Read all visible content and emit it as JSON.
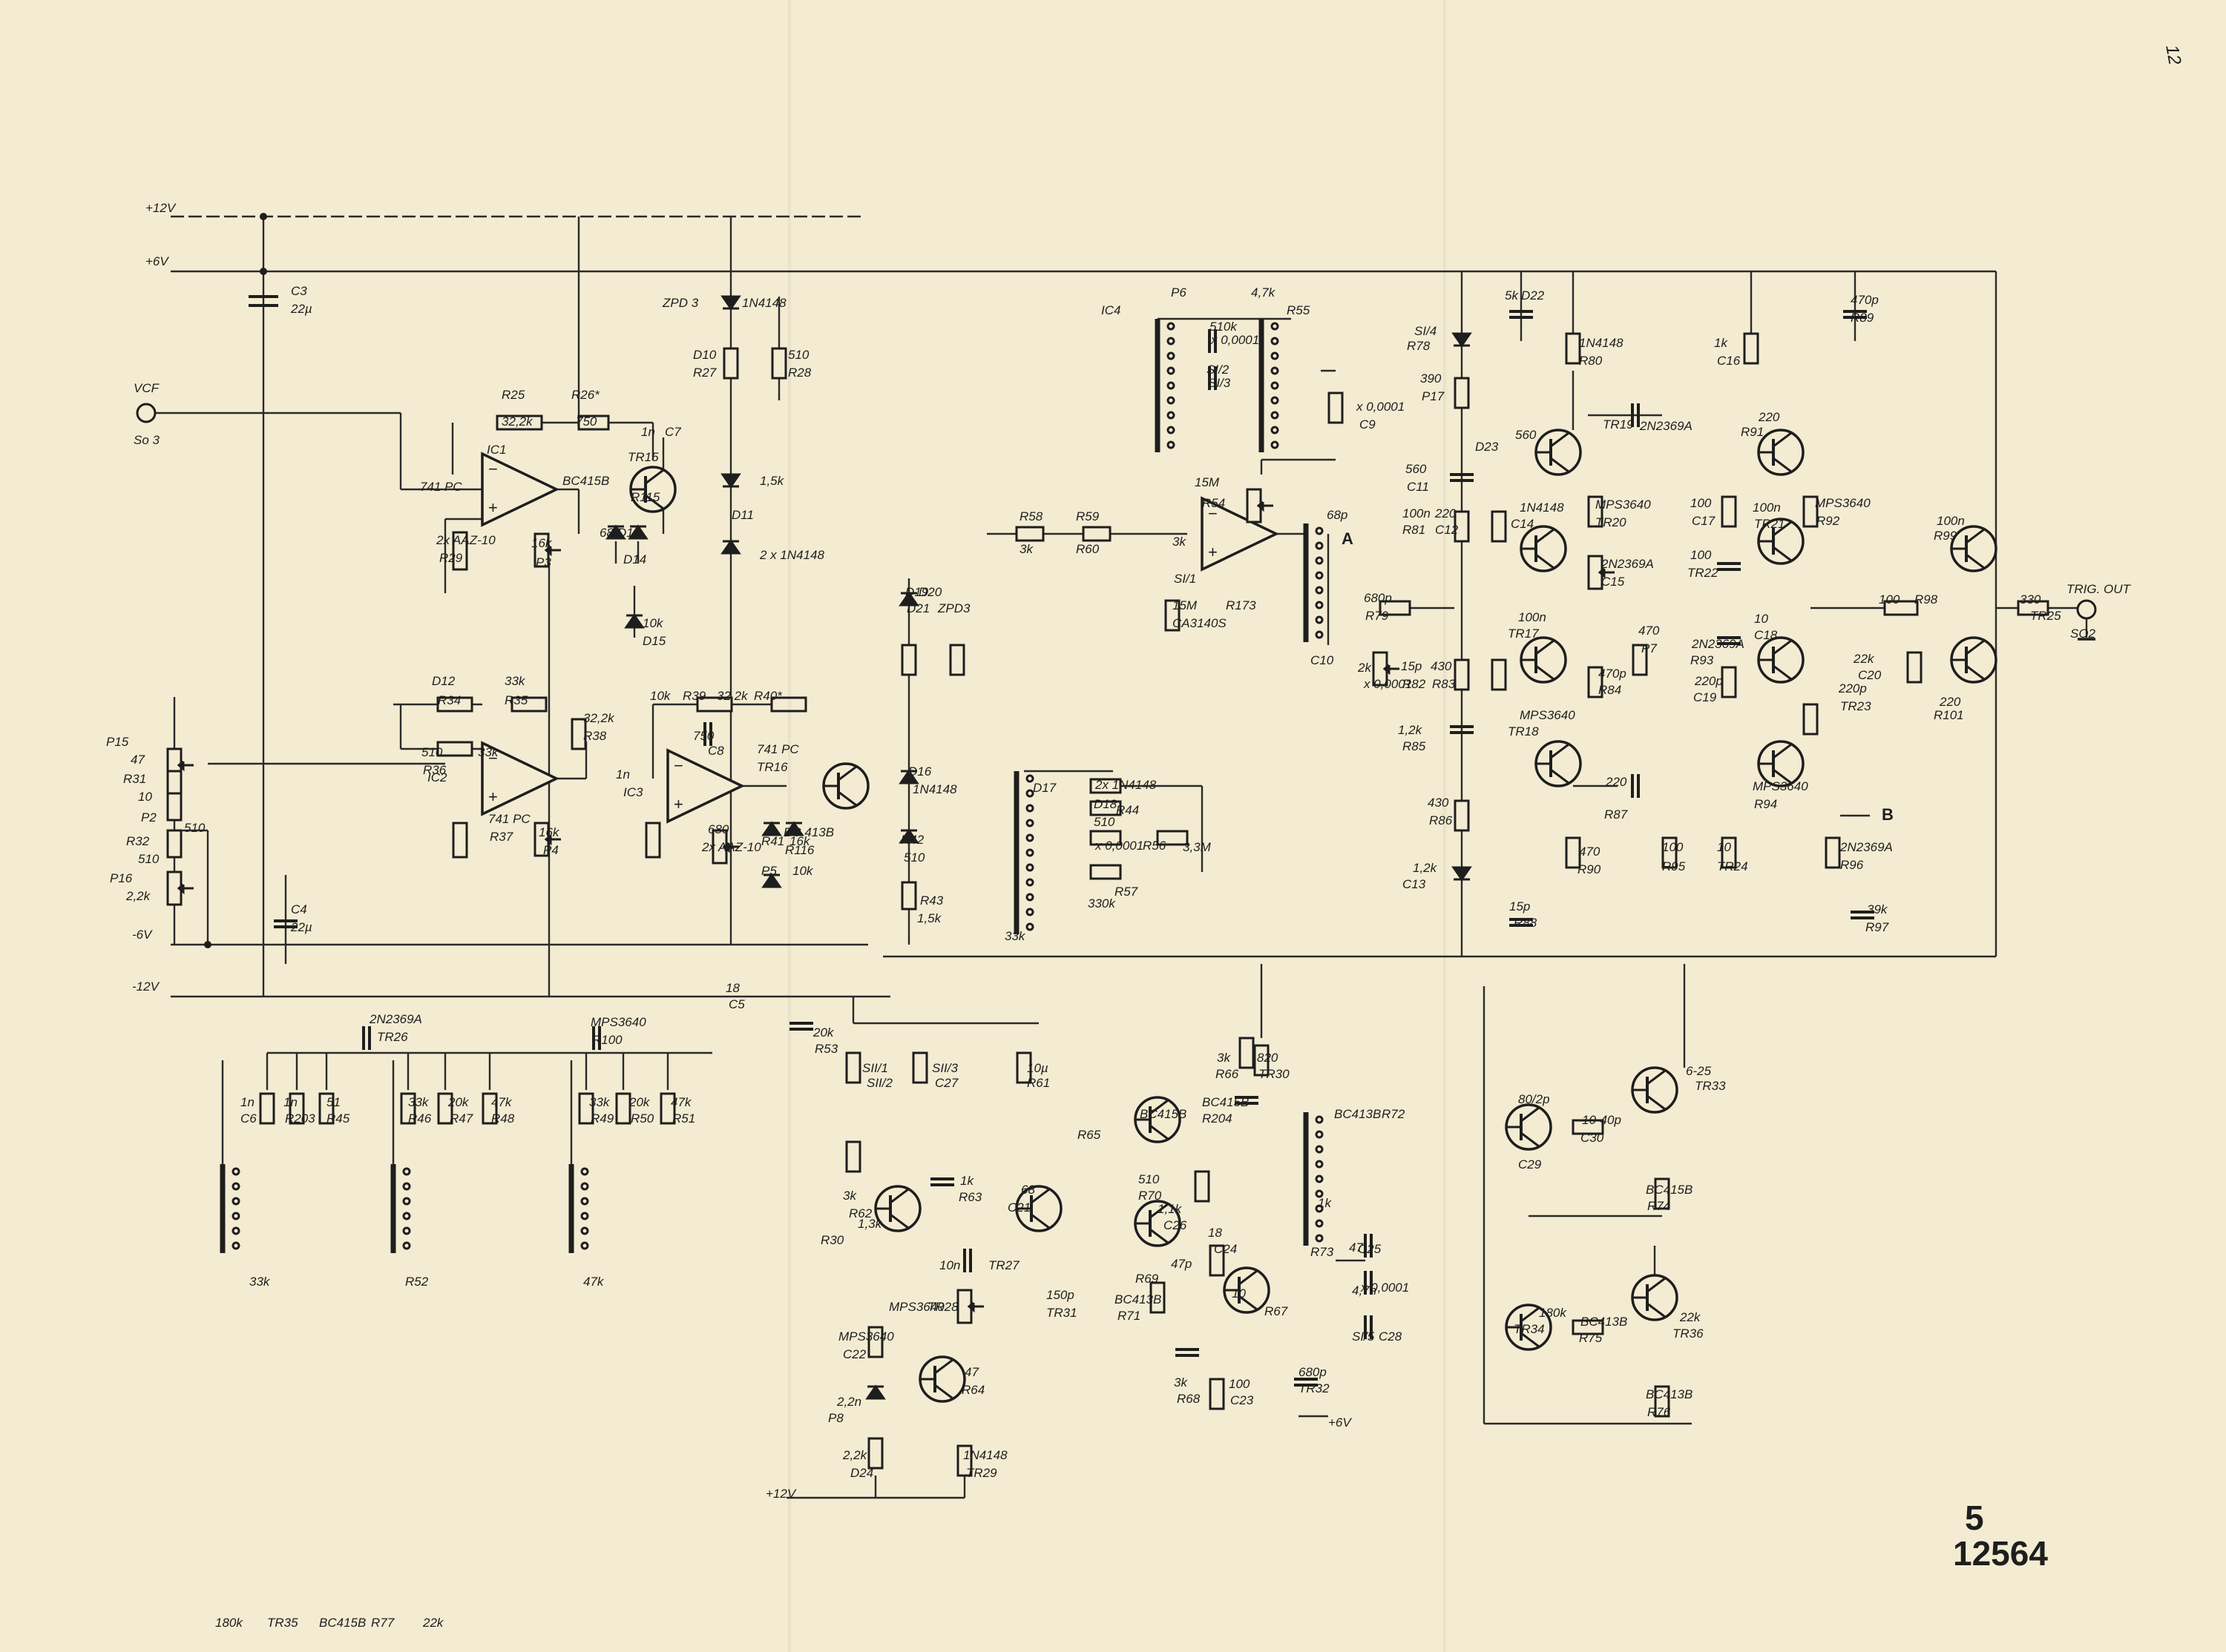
{
  "rails": {
    "p12": "+12V",
    "p6": "+6V",
    "m6": "-6V",
    "m12": "-12V",
    "p6_bottom": "+6V",
    "p12_bottom": "+12V"
  },
  "connectors": {
    "vcf": "VCF",
    "vcf_ref": "So 3",
    "trig_out": "TRIG. OUT",
    "trig_ref": "SO2",
    "node_a": "A",
    "node_b": "B"
  },
  "labels": [
    {
      "t": "C3"
    },
    {
      "t": "22µ"
    },
    {
      "t": "C4"
    },
    {
      "t": "22µ"
    },
    {
      "t": "P15"
    },
    {
      "t": "47"
    },
    {
      "t": "R31"
    },
    {
      "t": "10"
    },
    {
      "t": "P2"
    },
    {
      "t": "510"
    },
    {
      "t": "R32"
    },
    {
      "t": "510"
    },
    {
      "t": "P16"
    },
    {
      "t": "2,2k"
    },
    {
      "t": "R25"
    },
    {
      "t": "32,2k"
    },
    {
      "t": "R26*"
    },
    {
      "t": "750"
    },
    {
      "t": "C7"
    },
    {
      "t": "1n"
    },
    {
      "t": "IC1"
    },
    {
      "t": "741 PC"
    },
    {
      "t": "TR15"
    },
    {
      "t": "BC415B"
    },
    {
      "t": "R115"
    },
    {
      "t": "680"
    },
    {
      "t": "D13"
    },
    {
      "t": "D14"
    },
    {
      "t": "2x AAZ-10"
    },
    {
      "t": "R29"
    },
    {
      "t": "16k"
    },
    {
      "t": "P3"
    },
    {
      "t": "10k"
    },
    {
      "t": "D15"
    },
    {
      "t": "ZPD 3"
    },
    {
      "t": "1N4148"
    },
    {
      "t": "D10"
    },
    {
      "t": "R27"
    },
    {
      "t": "510"
    },
    {
      "t": "R28"
    },
    {
      "t": "1,5k"
    },
    {
      "t": "D11"
    },
    {
      "t": "2 x 1N4148"
    },
    {
      "t": "D12"
    },
    {
      "t": "R34"
    },
    {
      "t": "33k"
    },
    {
      "t": "R35"
    },
    {
      "t": "32,2k"
    },
    {
      "t": "R38"
    },
    {
      "t": "510"
    },
    {
      "t": "R36"
    },
    {
      "t": "33k"
    },
    {
      "t": "IC2"
    },
    {
      "t": "741 PC"
    },
    {
      "t": "R37"
    },
    {
      "t": "16k"
    },
    {
      "t": "P4"
    },
    {
      "t": "10k"
    },
    {
      "t": "R39"
    },
    {
      "t": "32,2k"
    },
    {
      "t": "R40*"
    },
    {
      "t": "750"
    },
    {
      "t": "C8"
    },
    {
      "t": "1n"
    },
    {
      "t": "IC3"
    },
    {
      "t": "741 PC"
    },
    {
      "t": "TR16"
    },
    {
      "t": "BC 413B"
    },
    {
      "t": "R116"
    },
    {
      "t": "680"
    },
    {
      "t": "2x AAZ-10"
    },
    {
      "t": "R41"
    },
    {
      "t": "16k"
    },
    {
      "t": "P5"
    },
    {
      "t": "10k"
    },
    {
      "t": "D19"
    },
    {
      "t": "D20"
    },
    {
      "t": "D21"
    },
    {
      "t": "ZPD3"
    },
    {
      "t": "D16"
    },
    {
      "t": "1N4148"
    },
    {
      "t": "R42"
    },
    {
      "t": "510"
    },
    {
      "t": "R43"
    },
    {
      "t": "1,5k"
    },
    {
      "t": "D17"
    },
    {
      "t": "2x 1N4148"
    },
    {
      "t": "D18"
    },
    {
      "t": "R44"
    },
    {
      "t": "510"
    },
    {
      "t": "x 0,0001"
    },
    {
      "t": "R56"
    },
    {
      "t": "3,3M"
    },
    {
      "t": "330k"
    },
    {
      "t": "R57"
    },
    {
      "t": "33k"
    },
    {
      "t": "R58"
    },
    {
      "t": "3k"
    },
    {
      "t": "R59"
    },
    {
      "t": "R60"
    },
    {
      "t": "3k"
    },
    {
      "t": "SI/1"
    },
    {
      "t": "R173"
    },
    {
      "t": "15M"
    },
    {
      "t": "R54"
    },
    {
      "t": "15M"
    },
    {
      "t": "CA3140S"
    },
    {
      "t": "IC4"
    },
    {
      "t": "P6"
    },
    {
      "t": "4,7k"
    },
    {
      "t": "R55"
    },
    {
      "t": "510k"
    },
    {
      "t": "x 0,0001"
    },
    {
      "t": "SI/2"
    },
    {
      "t": "SI/3"
    },
    {
      "t": "x 0,0001"
    },
    {
      "t": "C9"
    },
    {
      "t": "68p"
    },
    {
      "t": "C10"
    },
    {
      "t": "680p"
    },
    {
      "t": "R79"
    },
    {
      "t": "2k"
    },
    {
      "t": "x 0,0001"
    },
    {
      "t": "SI/4"
    },
    {
      "t": "R78"
    },
    {
      "t": "390"
    },
    {
      "t": "P17"
    },
    {
      "t": "5k"
    },
    {
      "t": "D22"
    },
    {
      "t": "1N4148"
    },
    {
      "t": "R80"
    },
    {
      "t": "560"
    },
    {
      "t": "C11"
    },
    {
      "t": "100n"
    },
    {
      "t": "R81"
    },
    {
      "t": "220"
    },
    {
      "t": "C12"
    },
    {
      "t": "15p"
    },
    {
      "t": "R82"
    },
    {
      "t": "430"
    },
    {
      "t": "R83"
    },
    {
      "t": "1,2k"
    },
    {
      "t": "R85"
    },
    {
      "t": "430"
    },
    {
      "t": "R86"
    },
    {
      "t": "1,2k"
    },
    {
      "t": "C13"
    },
    {
      "t": "15p"
    },
    {
      "t": "R88"
    },
    {
      "t": "560"
    },
    {
      "t": "D23"
    },
    {
      "t": "1N4148"
    },
    {
      "t": "C14"
    },
    {
      "t": "100n"
    },
    {
      "t": "TR17"
    },
    {
      "t": "MPS3640"
    },
    {
      "t": "TR18"
    },
    {
      "t": "2N2369A"
    },
    {
      "t": "TR19"
    },
    {
      "t": "MPS3640"
    },
    {
      "t": "TR20"
    },
    {
      "t": "2N2369A"
    },
    {
      "t": "C15"
    },
    {
      "t": "470p"
    },
    {
      "t": "R84"
    },
    {
      "t": "470"
    },
    {
      "t": "P7"
    },
    {
      "t": "220"
    },
    {
      "t": "R87"
    },
    {
      "t": "470"
    },
    {
      "t": "R90"
    },
    {
      "t": "1k"
    },
    {
      "t": "C16"
    },
    {
      "t": "470p"
    },
    {
      "t": "R89"
    },
    {
      "t": "220"
    },
    {
      "t": "R91"
    },
    {
      "t": "100"
    },
    {
      "t": "C17"
    },
    {
      "t": "100n"
    },
    {
      "t": "TR21"
    },
    {
      "t": "MPS3640"
    },
    {
      "t": "R92"
    },
    {
      "t": "100"
    },
    {
      "t": "TR22"
    },
    {
      "t": "2N2369A"
    },
    {
      "t": "R93"
    },
    {
      "t": "10"
    },
    {
      "t": "C18"
    },
    {
      "t": "220p"
    },
    {
      "t": "C19"
    },
    {
      "t": "220p"
    },
    {
      "t": "TR23"
    },
    {
      "t": "MPS3640"
    },
    {
      "t": "R94"
    },
    {
      "t": "100"
    },
    {
      "t": "R95"
    },
    {
      "t": "10"
    },
    {
      "t": "TR24"
    },
    {
      "t": "2N2369A"
    },
    {
      "t": "R96"
    },
    {
      "t": "39k"
    },
    {
      "t": "R97"
    },
    {
      "t": "100"
    },
    {
      "t": "R98"
    },
    {
      "t": "22k"
    },
    {
      "t": "C20"
    },
    {
      "t": "100n"
    },
    {
      "t": "R99"
    },
    {
      "t": "220"
    },
    {
      "t": "R101"
    },
    {
      "t": "330"
    },
    {
      "t": "TR25"
    },
    {
      "t": "2N2369A"
    },
    {
      "t": "TR26"
    },
    {
      "t": "MPS3640"
    },
    {
      "t": "R100"
    },
    {
      "t": "18"
    },
    {
      "t": "C5"
    },
    {
      "t": "1n"
    },
    {
      "t": "C6"
    },
    {
      "t": "1n"
    },
    {
      "t": "R203"
    },
    {
      "t": "51"
    },
    {
      "t": "R45"
    },
    {
      "t": "33k"
    },
    {
      "t": "R46"
    },
    {
      "t": "20k"
    },
    {
      "t": "R47"
    },
    {
      "t": "47k"
    },
    {
      "t": "R48"
    },
    {
      "t": "33k"
    },
    {
      "t": "R49"
    },
    {
      "t": "20k"
    },
    {
      "t": "R50"
    },
    {
      "t": "47k"
    },
    {
      "t": "R51"
    },
    {
      "t": "33k"
    },
    {
      "t": "R52"
    },
    {
      "t": "47k"
    },
    {
      "t": "R53"
    },
    {
      "t": "20k"
    },
    {
      "t": "SII/1"
    },
    {
      "t": "SII/2"
    },
    {
      "t": "SII/3"
    },
    {
      "t": "C27"
    },
    {
      "t": "10µ"
    },
    {
      "t": "R61"
    },
    {
      "t": "3k"
    },
    {
      "t": "R62"
    },
    {
      "t": "1k"
    },
    {
      "t": "R63"
    },
    {
      "t": "1,3k"
    },
    {
      "t": "R30"
    },
    {
      "t": "68"
    },
    {
      "t": "C21"
    },
    {
      "t": "10n"
    },
    {
      "t": "TR27"
    },
    {
      "t": "MPS3640"
    },
    {
      "t": "TR28"
    },
    {
      "t": "MPS3640"
    },
    {
      "t": "C22"
    },
    {
      "t": "2,2n"
    },
    {
      "t": "P8"
    },
    {
      "t": "47"
    },
    {
      "t": "R64"
    },
    {
      "t": "2,2k"
    },
    {
      "t": "D24"
    },
    {
      "t": "1N4148"
    },
    {
      "t": "TR29"
    },
    {
      "t": "BC415B"
    },
    {
      "t": "R65"
    },
    {
      "t": "3k"
    },
    {
      "t": "R66"
    },
    {
      "t": "820"
    },
    {
      "t": "TR30"
    },
    {
      "t": "BC415B"
    },
    {
      "t": "R204"
    },
    {
      "t": "510"
    },
    {
      "t": "R70"
    },
    {
      "t": "1,1k"
    },
    {
      "t": "C26"
    },
    {
      "t": "47p"
    },
    {
      "t": "R69"
    },
    {
      "t": "18"
    },
    {
      "t": "C24"
    },
    {
      "t": "150p"
    },
    {
      "t": "TR31"
    },
    {
      "t": "BC413B"
    },
    {
      "t": "R71"
    },
    {
      "t": "10"
    },
    {
      "t": "R67"
    },
    {
      "t": "3k"
    },
    {
      "t": "R68"
    },
    {
      "t": "100"
    },
    {
      "t": "C23"
    },
    {
      "t": "680p"
    },
    {
      "t": "TR32"
    },
    {
      "t": "BC413B"
    },
    {
      "t": "R72"
    },
    {
      "t": "1k"
    },
    {
      "t": "R73"
    },
    {
      "t": "47"
    },
    {
      "t": "C25"
    },
    {
      "t": "4,7n"
    },
    {
      "t": "x 0,0001"
    },
    {
      "t": "SI/5"
    },
    {
      "t": "C28"
    },
    {
      "t": "80/2p"
    },
    {
      "t": "C29"
    },
    {
      "t": "10-40p"
    },
    {
      "t": "C30"
    },
    {
      "t": "6-25"
    },
    {
      "t": "TR33"
    },
    {
      "t": "BC415B"
    },
    {
      "t": "R74"
    },
    {
      "t": "180k"
    },
    {
      "t": "TR34"
    },
    {
      "t": "BC413B"
    },
    {
      "t": "R75"
    },
    {
      "t": "22k"
    },
    {
      "t": "TR36"
    },
    {
      "t": "BC413B"
    },
    {
      "t": "R76"
    },
    {
      "t": "180k"
    },
    {
      "t": "TR35"
    },
    {
      "t": "BC415B"
    },
    {
      "t": "R77"
    },
    {
      "t": "22k"
    }
  ],
  "page_number": "5",
  "document_number": "12564",
  "corner_mark": "12"
}
